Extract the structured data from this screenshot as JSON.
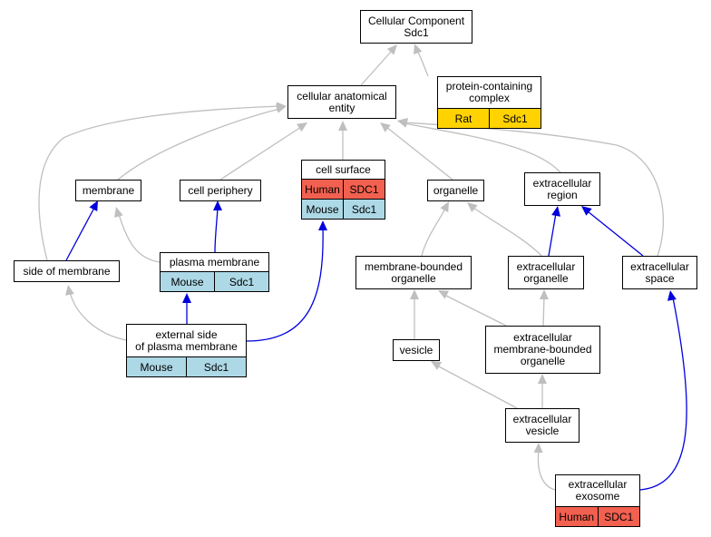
{
  "nodes": {
    "cellular_component": {
      "line1": "Cellular Component",
      "line2": "Sdc1"
    },
    "protein_containing_complex": {
      "line1": "protein-containing",
      "line2": "complex",
      "annotations": [
        {
          "species": "Rat",
          "gene": "Sdc1",
          "color": "#ffd200"
        }
      ]
    },
    "cellular_anatomical_entity": {
      "line1": "cellular anatomical",
      "line2": "entity"
    },
    "membrane": {
      "line1": "membrane"
    },
    "cell_periphery": {
      "line1": "cell periphery"
    },
    "cell_surface": {
      "line1": "cell surface",
      "annotations": [
        {
          "species": "Human",
          "gene": "SDC1",
          "color": "#f26050"
        },
        {
          "species": "Mouse",
          "gene": "Sdc1",
          "color": "#add8e6"
        }
      ]
    },
    "organelle": {
      "line1": "organelle"
    },
    "extracellular_region": {
      "line1": "extracellular",
      "line2": "region"
    },
    "side_of_membrane": {
      "line1": "side of membrane"
    },
    "plasma_membrane": {
      "line1": "plasma membrane",
      "annotations": [
        {
          "species": "Mouse",
          "gene": "Sdc1",
          "color": "#add8e6"
        }
      ]
    },
    "membrane_bounded_organelle": {
      "line1": "membrane-bounded",
      "line2": "organelle"
    },
    "extracellular_organelle": {
      "line1": "extracellular",
      "line2": "organelle"
    },
    "extracellular_space": {
      "line1": "extracellular",
      "line2": "space"
    },
    "external_side_plasma_membrane": {
      "line1": "external side",
      "line2": "of plasma membrane",
      "annotations": [
        {
          "species": "Mouse",
          "gene": "Sdc1",
          "color": "#add8e6"
        }
      ]
    },
    "vesicle": {
      "line1": "vesicle"
    },
    "extracellular_mb_organelle": {
      "line1": "extracellular",
      "line2": "membrane-bounded",
      "line3": "organelle"
    },
    "extracellular_vesicle": {
      "line1": "extracellular",
      "line2": "vesicle"
    },
    "extracellular_exosome": {
      "line1": "extracellular",
      "line2": "exosome",
      "annotations": [
        {
          "species": "Human",
          "gene": "SDC1",
          "color": "#f26050"
        }
      ]
    }
  },
  "edges": [
    {
      "from": "protein_containing_complex",
      "to": "cellular_component",
      "type": "is_a"
    },
    {
      "from": "cellular_anatomical_entity",
      "to": "cellular_component",
      "type": "is_a"
    },
    {
      "from": "membrane",
      "to": "cellular_anatomical_entity",
      "type": "is_a"
    },
    {
      "from": "cell_periphery",
      "to": "cellular_anatomical_entity",
      "type": "is_a"
    },
    {
      "from": "cell_surface",
      "to": "cellular_anatomical_entity",
      "type": "is_a"
    },
    {
      "from": "organelle",
      "to": "cellular_anatomical_entity",
      "type": "is_a"
    },
    {
      "from": "extracellular_region",
      "to": "cellular_anatomical_entity",
      "type": "is_a"
    },
    {
      "from": "side_of_membrane",
      "to": "cellular_anatomical_entity",
      "type": "is_a"
    },
    {
      "from": "extracellular_space",
      "to": "cellular_anatomical_entity",
      "type": "is_a"
    },
    {
      "from": "side_of_membrane",
      "to": "membrane",
      "type": "part_of"
    },
    {
      "from": "plasma_membrane",
      "to": "membrane",
      "type": "is_a"
    },
    {
      "from": "plasma_membrane",
      "to": "cell_periphery",
      "type": "part_of"
    },
    {
      "from": "external_side_plasma_membrane",
      "to": "side_of_membrane",
      "type": "is_a"
    },
    {
      "from": "external_side_plasma_membrane",
      "to": "plasma_membrane",
      "type": "part_of"
    },
    {
      "from": "external_side_plasma_membrane",
      "to": "cell_surface",
      "type": "part_of"
    },
    {
      "from": "membrane_bounded_organelle",
      "to": "organelle",
      "type": "is_a"
    },
    {
      "from": "extracellular_organelle",
      "to": "organelle",
      "type": "is_a"
    },
    {
      "from": "extracellular_organelle",
      "to": "extracellular_region",
      "type": "part_of"
    },
    {
      "from": "extracellular_space",
      "to": "extracellular_region",
      "type": "part_of"
    },
    {
      "from": "vesicle",
      "to": "membrane_bounded_organelle",
      "type": "is_a"
    },
    {
      "from": "extracellular_mb_organelle",
      "to": "membrane_bounded_organelle",
      "type": "is_a"
    },
    {
      "from": "extracellular_mb_organelle",
      "to": "extracellular_organelle",
      "type": "is_a"
    },
    {
      "from": "extracellular_vesicle",
      "to": "vesicle",
      "type": "is_a"
    },
    {
      "from": "extracellular_vesicle",
      "to": "extracellular_mb_organelle",
      "type": "is_a"
    },
    {
      "from": "extracellular_exosome",
      "to": "extracellular_vesicle",
      "type": "is_a"
    },
    {
      "from": "extracellular_exosome",
      "to": "extracellular_space",
      "type": "part_of"
    }
  ],
  "edge_colors": {
    "is_a": "#bfbfbf",
    "part_of": "#0000dd"
  }
}
